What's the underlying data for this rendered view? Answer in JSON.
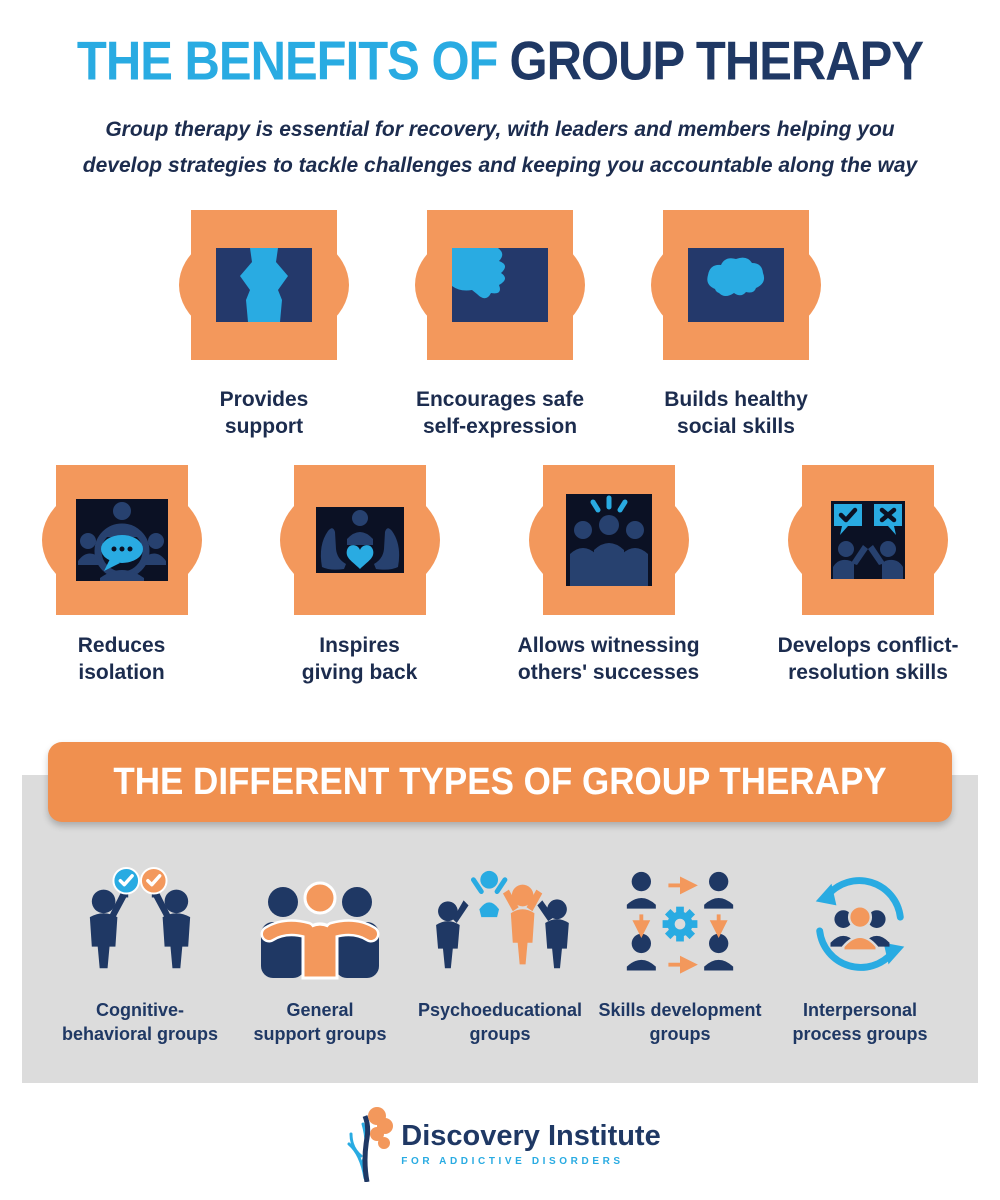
{
  "colors": {
    "lb": "#29ABE2",
    "navy": "#1F3864",
    "navy-lt": "#27416F",
    "orange": "#F3985C",
    "banner-orange": "#F0904F",
    "bg1": "#24396B",
    "bg2": "#0B1124",
    "gray": "#DCDCDC",
    "text-dark": "#1C2C4E"
  },
  "header": {
    "title_light": "THE BENEFITS OF",
    "title_dark": "GROUP THERAPY",
    "subtitle_line1": "Group therapy is essential for recovery, with leaders and members helping you",
    "subtitle_line2": "develop strategies to tackle challenges and keeping you accountable along the way"
  },
  "benefits": {
    "row1": [
      {
        "icon": "handshake-icon",
        "label_line1": "Provides",
        "label_line2": "support"
      },
      {
        "icon": "self-expression-icon",
        "label_line1": "Encourages safe",
        "label_line2": "self-expression"
      },
      {
        "icon": "brain-icon",
        "label_line1": "Builds healthy",
        "label_line2": "social skills"
      }
    ],
    "row2": [
      {
        "icon": "group-discussion-icon",
        "label_line1": "Reduces",
        "label_line2": "isolation"
      },
      {
        "icon": "caring-hands-icon",
        "label_line1": "Inspires",
        "label_line2": "giving back"
      },
      {
        "icon": "team-success-icon",
        "label_line1": "Allows witnessing",
        "label_line2": "others' successes"
      },
      {
        "icon": "conflict-resolution-icon",
        "label_line1": "Develops conflict-",
        "label_line2": "resolution skills"
      }
    ]
  },
  "types": {
    "banner": "THE DIFFERENT TYPES OF GROUP THERAPY",
    "items": [
      {
        "icon": "vote-signs-icon",
        "label_line1": "Cognitive-",
        "label_line2": "behavioral groups"
      },
      {
        "icon": "group-hug-icon",
        "label_line1": "General",
        "label_line2": "support groups"
      },
      {
        "icon": "celebration-icon",
        "label_line1": "Psychoeducational",
        "label_line2": "groups"
      },
      {
        "icon": "skills-network-icon",
        "label_line1": "Skills development",
        "label_line2": "groups"
      },
      {
        "icon": "process-cycle-icon",
        "label_line1": "Interpersonal",
        "label_line2": "process groups"
      }
    ]
  },
  "footer": {
    "logo_name": "Discovery Institute",
    "logo_tagline": "FOR ADDICTIVE DISORDERS"
  }
}
